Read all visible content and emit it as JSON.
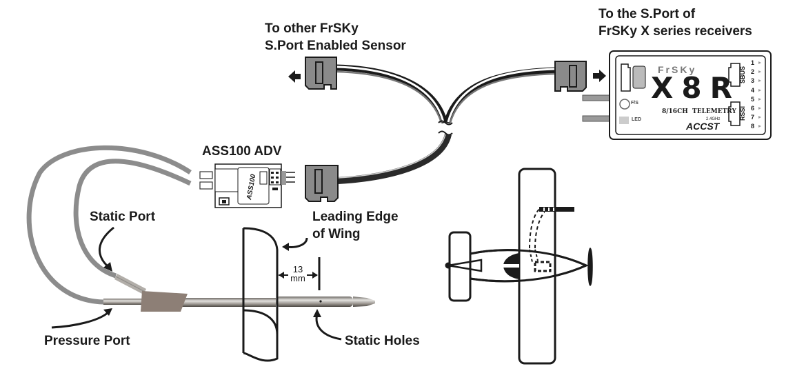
{
  "labels": {
    "other_sensor": [
      "To other FrSKy",
      "S.Port Enabled Sensor"
    ],
    "receiver_port": [
      "To the S.Port of",
      "FrSKy X series receivers"
    ],
    "sensor_name": "ASS100 ADV",
    "static_port": "Static Port",
    "pressure_port": "Pressure Port",
    "leading_edge": [
      "Leading Edge",
      "of Wing"
    ],
    "static_holes": "Static Holes",
    "distance_value": "13",
    "distance_unit": "mm"
  },
  "receiver": {
    "brand": "FrSKy",
    "model": "X8R",
    "subtitle": "8/16CH  TELEMETRY",
    "protocol": "ACCST",
    "frequency": "2.4GHz",
    "sbus_label": "SBUS",
    "rssi_label": "RSSI",
    "fs_label": "F/S",
    "led_label": "LED",
    "channels": [
      "1",
      "2",
      "3",
      "4",
      "5",
      "6",
      "7",
      "8"
    ]
  },
  "sensor": {
    "model_text": "ASS100"
  },
  "colors": {
    "connector": "#8a8a8a",
    "tube": "#8c8c8c",
    "line": "#1a1a1a",
    "probe_metal": "#a9a49e",
    "mount": "#8d7f76"
  }
}
